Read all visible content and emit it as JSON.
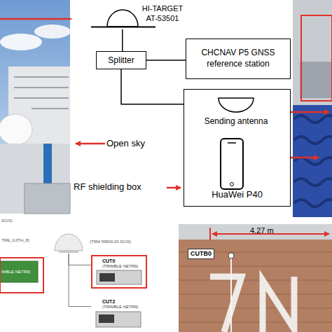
{
  "diagram": {
    "nodes": [
      {
        "text": [
          "HI-TARGET AT-53501"
        ]
      },
      {
        "text": [
          "Splitter"
        ]
      },
      {
        "text": [
          "CHCNAV P5 GNSS reference station"
        ]
      },
      {
        "text": [
          "HuaWei P40"
        ]
      },
      {
        "text": [
          "Sending antenna"
        ],
        "in": 3
      },
      {
        "text": [
          "(TRM 59800.00 SCIS)"
        ]
      },
      {
        "text": [
          "CUT0",
          "(TRIMBLE NETR9)"
        ]
      },
      {
        "text": [
          "CUT2",
          "(TRIMBLE NETR9)"
        ]
      }
    ],
    "edges": [
      {
        "from": 0,
        "to": 1,
        "arrow": "none"
      },
      {
        "from": 1,
        "to": 2,
        "arrow": "none"
      },
      {
        "from": 1,
        "to": 3,
        "arrow": "none"
      },
      {
        "from": 5,
        "to": 6,
        "arrow": "none"
      },
      {
        "from": 5,
        "to": 7,
        "arrow": "none"
      }
    ],
    "labels": [
      "Open sky",
      "RF shielding box",
      "SCIS)",
      "TRE_G3TH_8)",
      "IMBLE NETR9)",
      "4.27 m",
      "CUTB0"
    ]
  }
}
